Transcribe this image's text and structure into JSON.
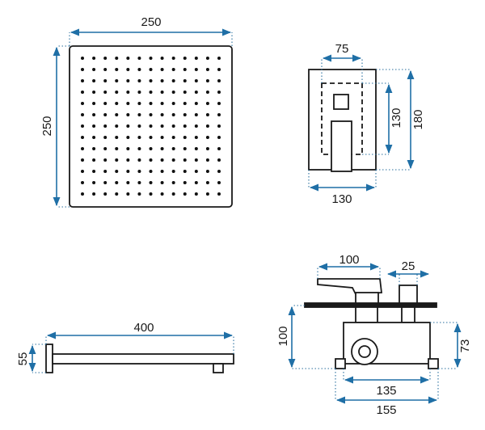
{
  "colors": {
    "dimension": "#1f6fa6",
    "outline": "#1a1a1a",
    "background": "#ffffff"
  },
  "shower_head": {
    "width_label": "250",
    "height_label": "250",
    "nozzle_rows": 13,
    "nozzle_cols": 13
  },
  "valve_plate": {
    "inner_width_label": "75",
    "inner_height_label": "130",
    "outer_height_label": "180",
    "width_label": "130"
  },
  "shower_arm": {
    "length_label": "400",
    "height_label": "55"
  },
  "valve_body": {
    "lever_label": "100",
    "stem_label": "25",
    "depth_label": "100",
    "body_height_label": "73",
    "body_width_label": "135",
    "overall_width_label": "155"
  }
}
